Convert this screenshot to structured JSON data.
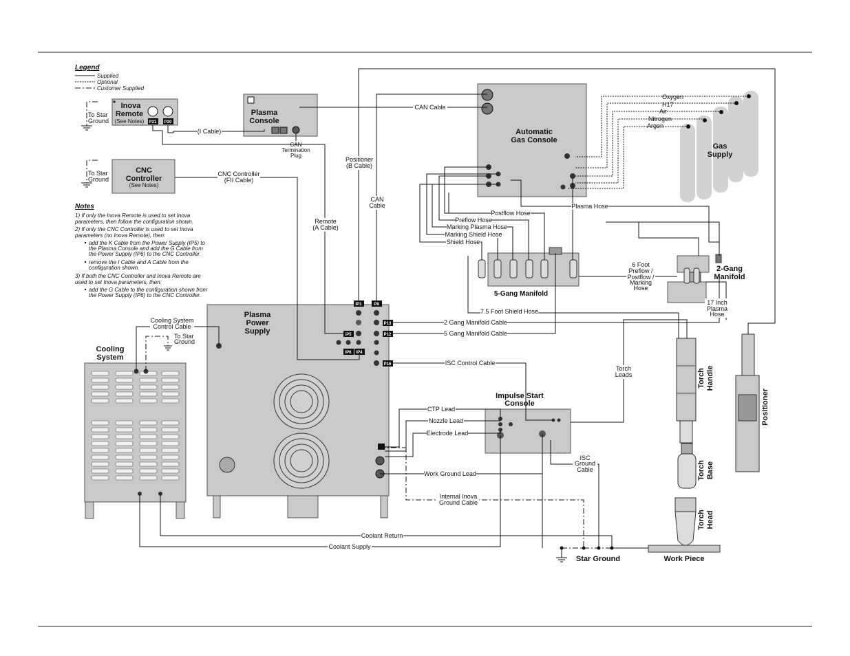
{
  "legend": {
    "title": "Legend",
    "supplied": "Supplied",
    "optional": "Optional",
    "customer_supplied": "Customer Supplied"
  },
  "components": {
    "inova_remote": "Inova",
    "inova_remote_2": "Remote",
    "inova_see_notes": "(See Notes)",
    "plasma_console": "Plasma",
    "plasma_console_2": "Console",
    "cnc_controller": "CNC",
    "cnc_controller_2": "Controller",
    "cnc_see_notes": "(See Notes)",
    "gas_console": "Automatic",
    "gas_console_2": "Gas Console",
    "gas_supply": "Gas",
    "gas_supply_2": "Supply",
    "power_supply": "Plasma",
    "power_supply_2": "Power",
    "power_supply_3": "Supply",
    "cooling": "Cooling",
    "cooling_2": "System",
    "five_gang": "5-Gang Manifold",
    "two_gang": "2-Gang",
    "two_gang_2": "Manifold",
    "isc": "Impulse Start",
    "isc_2": "Console",
    "torch_handle": "Torch",
    "torch_handle_2": "Handle",
    "torch_base": "Torch",
    "torch_base_2": "Base",
    "torch_head": "Torch",
    "torch_head_2": "Head",
    "positioner": "Positioner",
    "star_ground": "Star Ground",
    "work_piece": "Work Piece"
  },
  "ports": {
    "p21": "P21",
    "p20": "P20",
    "ip1": "IP1",
    "p8": "P8",
    "p13": "P13",
    "ip5": "IP5",
    "p12": "P12",
    "ip6": "IP6",
    "ip4": "IP4",
    "p16": "P16"
  },
  "gases": [
    "Oxygen",
    "H17",
    "Air",
    "Nitrogen",
    "Argon"
  ],
  "labels": {
    "to_star_ground": "To Star",
    "ground": "Ground",
    "i_cable": "(I Cable)",
    "can_cable": "CAN Cable",
    "can_term_1": "CAN",
    "can_term_2": "Termination",
    "can_term_3": "Plug",
    "cnc_ctrl_cable": "CNC Controller",
    "fii_cable": "(FII Cable)",
    "positioner_cable": "Positioner",
    "b_cable": "(B Cable)",
    "can_cable_v": "CAN",
    "can_cable_v2": "Cable",
    "remote_cable": "Remote",
    "a_cable": "(A Cable)",
    "plasma_hose": "Plasma Hose",
    "postflow_hose": "Postflow Hose",
    "preflow_hose": "Preflow Hose",
    "marking_plasma_hose": "Marking Plasma Hose",
    "marking_shield_hose": "Marking Shield Hose",
    "shield_hose": "Shield Hose",
    "six_foot_1": "6 Foot",
    "six_foot_2": "Preflow /",
    "six_foot_3": "Postflow /",
    "six_foot_4": "Marking",
    "six_foot_5": "Hose",
    "seventeen_1": "17 Inch",
    "seventeen_2": "Plasma",
    "seventeen_3": "Hose",
    "shield_75": "7.5 Foot Shield Hose",
    "cooling_ctrl_1": "Cooling System",
    "cooling_ctrl_2": "Control Cable",
    "two_gang_cable": "2 Gang Manifold Cable",
    "five_gang_cable": "5 Gang Manifold Cable",
    "isc_control": "ISC Control Cable",
    "torch_leads_1": "Torch",
    "torch_leads_2": "Leads",
    "ctp_lead": "CTP Lead",
    "nozzle_lead": "Nozzle Lead",
    "electrode_lead": "Electrode Lead",
    "work_ground_lead": "Work Ground Lead",
    "isc_ground_1": "ISC",
    "isc_ground_2": "Ground",
    "isc_ground_3": "Cable",
    "internal_inova_1": "Internal Inova",
    "internal_inova_2": "Ground Cable",
    "coolant_return": "Coolant Return",
    "coolant_supply": "Coolant Supply"
  },
  "notes": {
    "title": "Notes",
    "n1a": "1) If only the Inova Remote is used to set Inova",
    "n1b": "parameters, then follow the configuration shown.",
    "n2a": "2) If only the CNC Controller is used to set Inova",
    "n2b": "parameters (no Inova Remote), then:",
    "b1a": "add the K Cable from the Power Supply (IP5) to",
    "b1b": "the Plasma Console and add the G Cable from",
    "b1c": "the Power Supply (IP6) to the CNC Controller.",
    "b2a": "remove the I Cable and A Cable from the",
    "b2b": "configuration shown.",
    "n3a": "3) If both the CNC Controller and Inova Remote are",
    "n3b": "used to set Inova parameters, then:",
    "b3a": "add the G Cable to the configuration shown from",
    "b3b": "the Power Supply (IP6) to the CNC Controller."
  }
}
